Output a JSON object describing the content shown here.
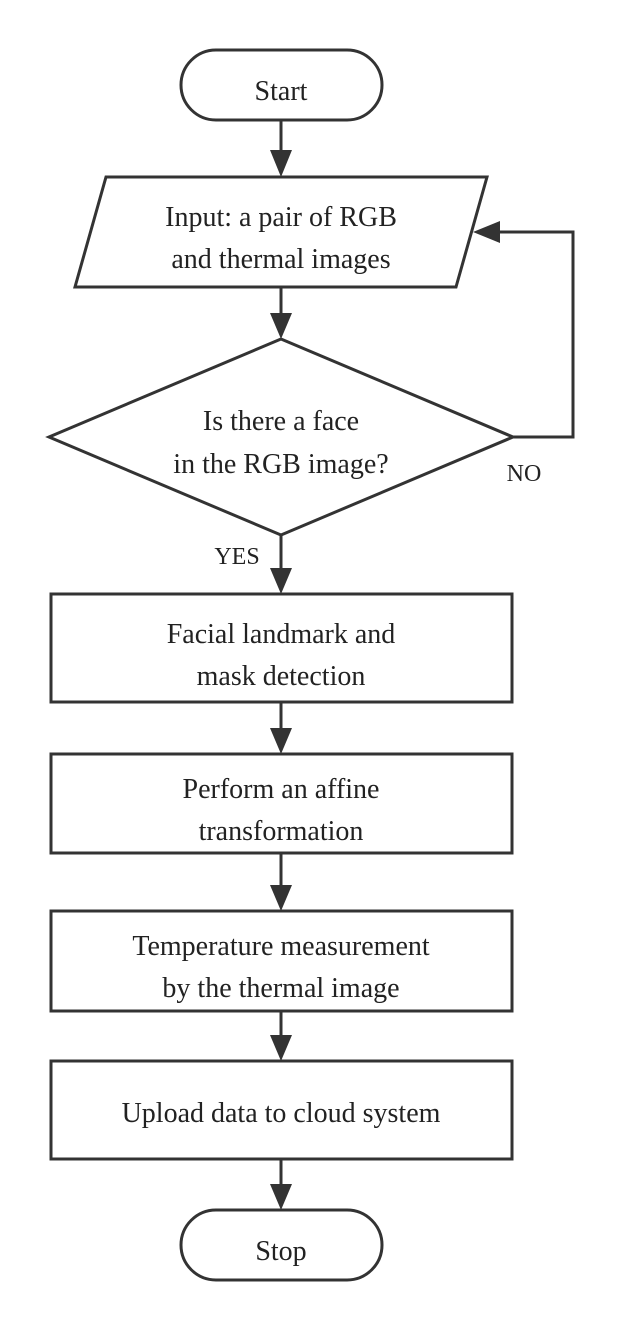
{
  "nodes": {
    "start": {
      "label": "Start"
    },
    "input": {
      "line1": "Input: a pair of RGB",
      "line2": "and thermal images"
    },
    "decision": {
      "line1": "Is there a face",
      "line2": "in the RGB image?"
    },
    "landmark": {
      "line1": "Facial landmark and",
      "line2": "mask detection"
    },
    "affine": {
      "line1": "Perform an affine",
      "line2": "transformation"
    },
    "temperature": {
      "line1": "Temperature measurement",
      "line2": "by the thermal image"
    },
    "upload": {
      "label": "Upload data to cloud system"
    },
    "stop": {
      "label": "Stop"
    }
  },
  "edges": {
    "no_label": "NO",
    "yes_label": "YES"
  },
  "colors": {
    "stroke": "#333333",
    "fill": "#ffffff",
    "text": "#222222"
  }
}
